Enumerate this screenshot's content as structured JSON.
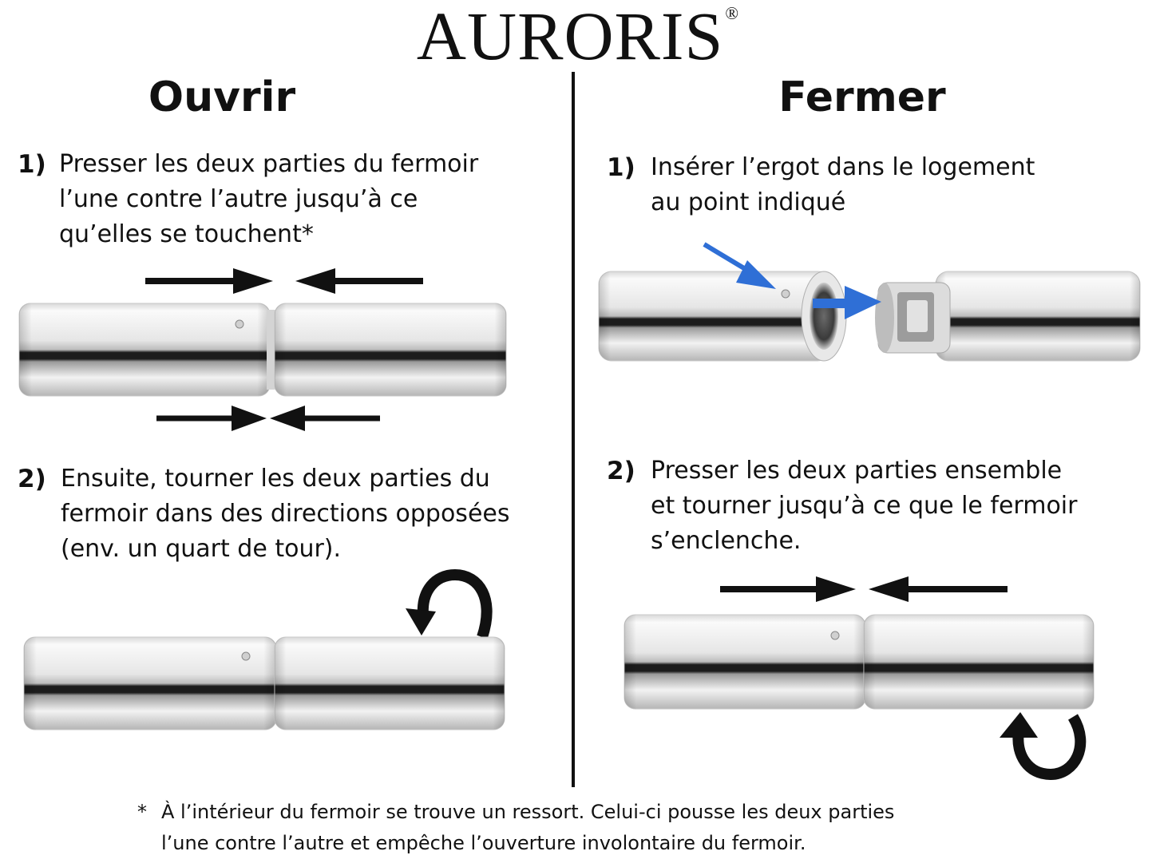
{
  "brand": {
    "name": "AURORIS",
    "registered_mark": "®"
  },
  "open_section": {
    "title": "Ouvrir",
    "steps": [
      {
        "number": "1)",
        "lines": [
          "Presser les deux parties du fermoir",
          "l’une contre l’autre jusqu’à ce",
          "qu’elles se touchent*"
        ]
      },
      {
        "number": "2)",
        "lines": [
          "Ensuite, tourner les deux parties du",
          "fermoir dans des directions opposées",
          "(env. un quart de tour)."
        ]
      }
    ]
  },
  "close_section": {
    "title": "Fermer",
    "steps": [
      {
        "number": "1)",
        "lines": [
          "Insérer l’ergot dans le logement",
          "au point indiqué"
        ]
      },
      {
        "number": "2)",
        "lines": [
          "Presser les deux parties ensemble",
          "et tourner jusqu’à ce que le fermoir",
          "s’enclenche."
        ]
      }
    ]
  },
  "footnote": {
    "marker": "*",
    "lines": [
      "À l’intérieur du fermoir se trouve un ressort. Celui-ci pousse les deux parties",
      "l’une contre l’autre et empêche l’ouverture involontaire du fermoir."
    ]
  },
  "colors": {
    "ink": "#111111",
    "accent_arrow": "#2f6fd6",
    "metal_light": "#f4f4f4",
    "metal_dark": "#1a1a1a"
  },
  "icons": [
    "press-arrows-icon",
    "rotate-arrow-icon",
    "insert-arrow-icon"
  ]
}
